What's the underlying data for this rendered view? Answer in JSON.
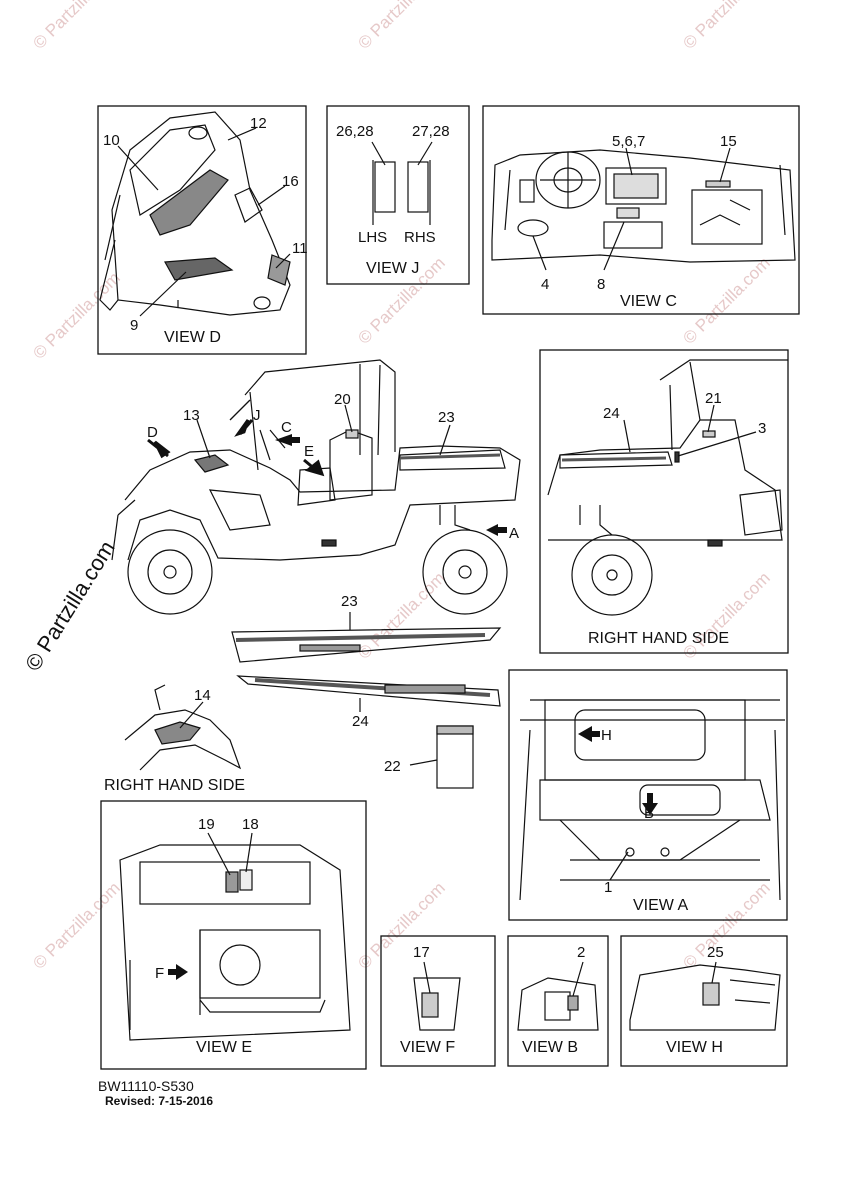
{
  "watermark": "© Partzilla.com",
  "copyright": "© Partzilla.com",
  "views": {
    "d": "VIEW D",
    "j": "VIEW J",
    "c": "VIEW C",
    "a": "VIEW A",
    "e": "VIEW E",
    "f": "VIEW F",
    "b": "VIEW B",
    "h": "VIEW H"
  },
  "side_labels": {
    "lhs": "LHS",
    "rhs": "RHS",
    "right_hand_side_1": "RIGHT HAND SIDE",
    "right_hand_side_2": "RIGHT HAND SIDE"
  },
  "parts": {
    "p1": "1",
    "p2": "2",
    "p3": "3",
    "p4": "4",
    "p567": "5,6,7",
    "p8": "8",
    "p9": "9",
    "p10": "10",
    "p11": "11",
    "p12": "12",
    "p13": "13",
    "p14": "14",
    "p15": "15",
    "p16": "16",
    "p17": "17",
    "p18": "18",
    "p19": "19",
    "p20": "20",
    "p21": "21",
    "p22": "22",
    "p23a": "23",
    "p23b": "23",
    "p24a": "24",
    "p24b": "24",
    "p25": "25",
    "p2628": "26,28",
    "p2728": "27,28"
  },
  "arrows": {
    "a": "A",
    "b": "B",
    "c": "C",
    "d": "D",
    "e": "E",
    "f": "F",
    "h": "H",
    "j": "J"
  },
  "footer": {
    "code": "BW11110-S530",
    "revised": "Revised: 7-15-2016"
  }
}
